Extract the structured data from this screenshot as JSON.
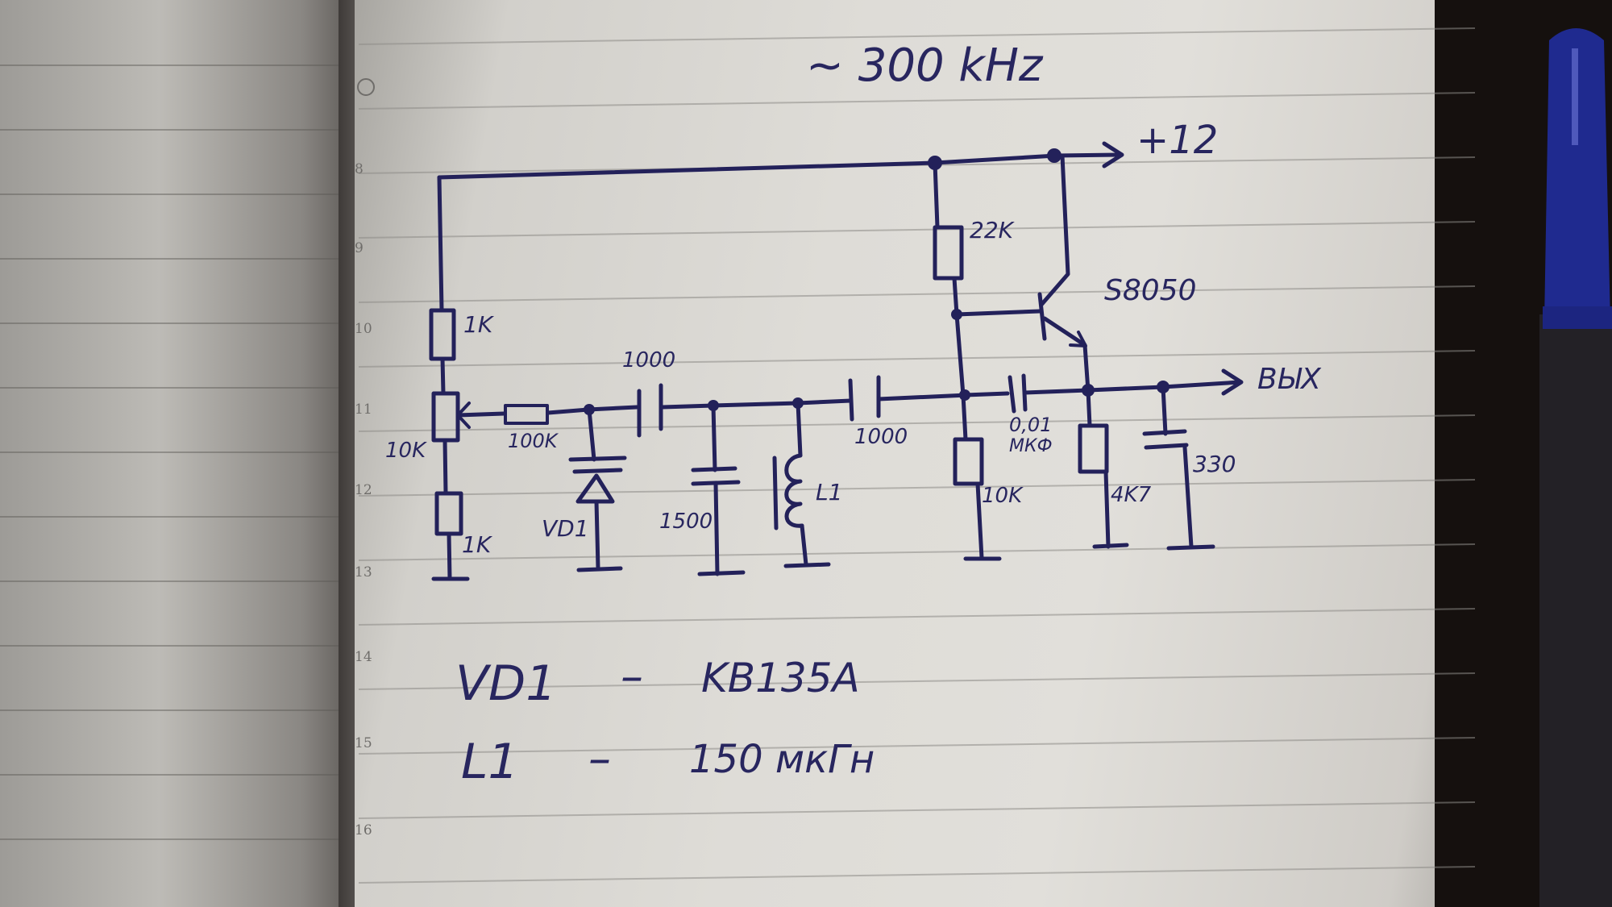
{
  "title": "~ 300 kHz",
  "supply": "+12",
  "output": "ВЫХ",
  "margin_numbers": [
    "8",
    "9",
    "10",
    "11",
    "12",
    "13",
    "14",
    "15",
    "16"
  ],
  "components": {
    "r_top": "1K",
    "pot": "10K",
    "r_bottom": "1K",
    "r_series": "100K",
    "c_coupling_1": "1000",
    "varicap": "VD1",
    "c_tank": "1500",
    "inductor": "L1",
    "c_coupling_2": "1000",
    "r_bias_top": "22K",
    "transistor": "S8050",
    "r_bias_bottom": "10K",
    "c_feedback_value": "0,01",
    "c_feedback_unit": "МКФ",
    "r_emitter": "4K7",
    "c_out": "330"
  },
  "notes": [
    {
      "ref": "VD1",
      "dash": "–",
      "value": "KB135A"
    },
    {
      "ref": "L1",
      "dash": "–",
      "value": "150 мкГн"
    }
  ],
  "colors": {
    "ink": "#23215a",
    "paper": "#dedcd7",
    "pen_cap": "#1f2a8f"
  }
}
